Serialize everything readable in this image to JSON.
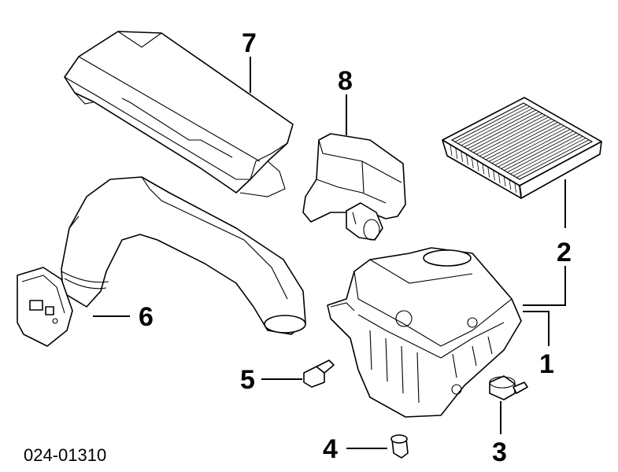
{
  "diagram": {
    "id": "024-01310",
    "callouts": [
      {
        "key": "c1",
        "label": "1"
      },
      {
        "key": "c2",
        "label": "2"
      },
      {
        "key": "c3",
        "label": "3"
      },
      {
        "key": "c4",
        "label": "4"
      },
      {
        "key": "c5",
        "label": "5"
      },
      {
        "key": "c6",
        "label": "6"
      },
      {
        "key": "c7",
        "label": "7"
      },
      {
        "key": "c8",
        "label": "8"
      }
    ]
  }
}
